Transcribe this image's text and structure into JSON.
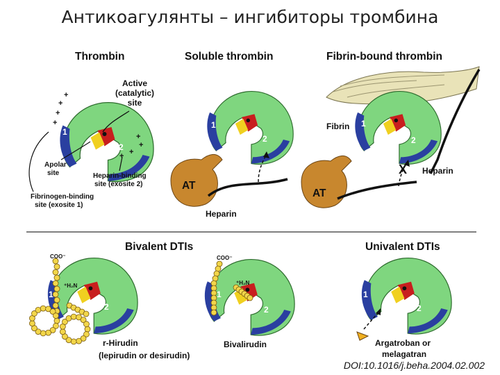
{
  "slide": {
    "title": "Антикоагулянты – ингибиторы тромбина",
    "doi": "DOI:10.1016/j.beha.2004.02.002"
  },
  "panels": {
    "thrombin": "Thrombin",
    "soluble": "Soluble thrombin",
    "fibrin_bound": "Fibrin-bound thrombin",
    "bivalent": "Bivalent DTIs",
    "univalent": "Univalent DTIs"
  },
  "labels": {
    "active_site_1": "Active",
    "active_site_2": "(catalytic)",
    "active_site_3": "site",
    "apolar_1": "Apolar",
    "apolar_2": "site",
    "heparin_site_1": "Heparin-binding",
    "heparin_site_2": "site (exosite 2)",
    "fibrinogen_site_1": "Fibrinogen-binding",
    "fibrinogen_site_2": "site (exosite 1)",
    "at": "AT",
    "heparin": "Heparin",
    "fibrin": "Fibrin",
    "x_mark": "X",
    "exosite_1": "1",
    "exosite_2": "2",
    "coo": "COO⁻",
    "h2n": "⁺H₂N",
    "r_hirudin_1": "r-Hirudin",
    "r_hirudin_2": "(lepirudin or desirudin)",
    "bivalirudin": "Bivalirudin",
    "argatroban_1": "Argatroban or",
    "argatroban_2": "melagatran",
    "plus": "+"
  },
  "colors": {
    "thrombin_body": "#7fd67f",
    "exosite": "#2a3fa0",
    "active_site": "#c81e1e",
    "apolar": "#f0d020",
    "antithrombin": "#c8872e",
    "fibrin": "#e9e3b8",
    "hirudin_bead": "#f2d64a"
  }
}
